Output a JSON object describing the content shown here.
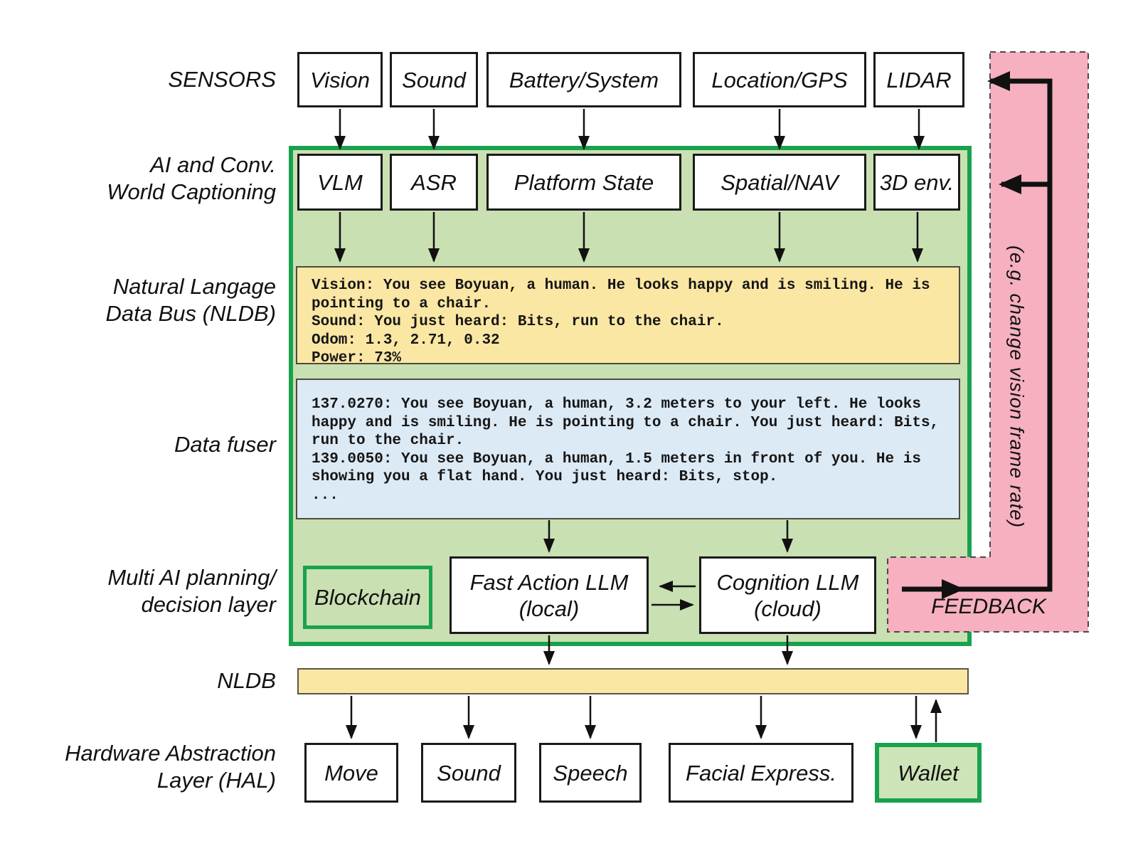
{
  "colors": {
    "container_green_border": "#18a24e",
    "container_green_fill": "#c9e0b2",
    "nldb_yellow": "#fbe7a4",
    "fuser_blue": "#dceaf6",
    "feedback_pink": "#f6b0bf",
    "box_border_black": "#1a1a1a"
  },
  "labels": {
    "sensors": "SENSORS",
    "captioning": [
      "AI and Conv.",
      "World Captioning"
    ],
    "nldb_box": [
      "Natural Langage",
      "Data Bus (NLDB)"
    ],
    "data_fuser": "Data fuser",
    "planning": [
      "Multi AI planning/",
      "decision layer"
    ],
    "nldb_bar": "NLDB",
    "hal": [
      "Hardware Abstraction",
      "Layer (HAL)"
    ]
  },
  "sensors_row": [
    "Vision",
    "Sound",
    "Battery/System",
    "Location/GPS",
    "LIDAR"
  ],
  "captioning_row": [
    "VLM",
    "ASR",
    "Platform State",
    "Spatial/NAV",
    "3D env."
  ],
  "nldb_text": "Vision: You see Boyuan, a human. He looks happy and is smiling. He is\npointing to a chair.\nSound: You just heard: Bits, run to the chair.\nOdom: 1.3, 2.71, 0.32\nPower: 73%",
  "fuser_text": "137.0270: You see Boyuan, a human, 3.2 meters to your left. He looks\nhappy and is smiling. He is pointing to a chair. You just heard: Bits,\nrun to the chair.\n139.0050: You see Boyuan, a human, 1.5 meters in front of you. He is\nshowing you a flat hand. You just heard: Bits, stop.\n...",
  "planning_boxes": {
    "blockchain": "Blockchain",
    "fast_action": [
      "Fast Action LLM",
      "(local)"
    ],
    "cognition": [
      "Cognition LLM",
      "(cloud)"
    ]
  },
  "feedback": {
    "label": "FEEDBACK",
    "note": "(e.g. change vision frame rate)"
  },
  "hal_row": [
    "Move",
    "Sound",
    "Speech",
    "Facial Express.",
    "Wallet"
  ]
}
